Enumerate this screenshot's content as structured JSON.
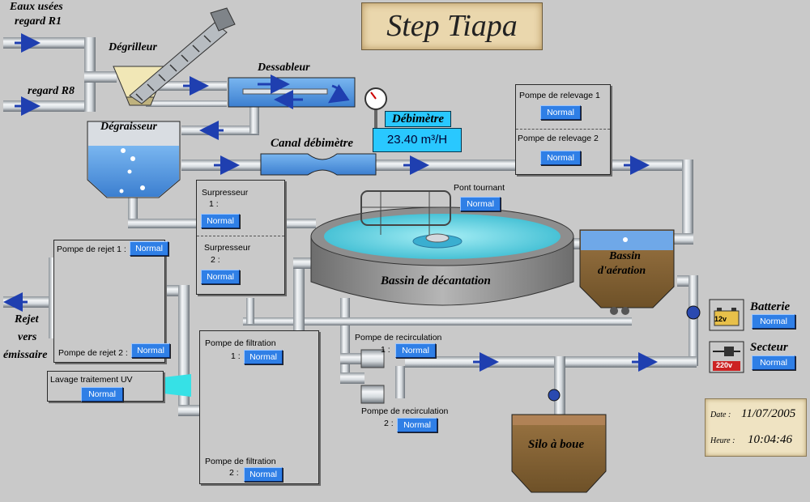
{
  "app": {
    "title": "Step Tiapa"
  },
  "labels": {
    "eaux_usees": "Eaux usées",
    "regard_r1": "regard R1",
    "regard_r8": "regard R8",
    "degrilleur": "Dégrilleur",
    "dessableur": "Dessableur",
    "degraisseur": "Dégraisseur",
    "canal_debimetre": "Canal débimètre",
    "bassin_decantation": "Bassin de décantation",
    "bassin_aeration_1": "Bassin",
    "bassin_aeration_2": "d'aération",
    "silo_boue": "Silo à boue",
    "rejet_1": "Rejet",
    "rejet_2": "vers",
    "rejet_3": "émissaire"
  },
  "debimetre": {
    "label": "Débimètre",
    "value": "23.40",
    "unit": "m³/H"
  },
  "equipment": {
    "pompe_relevage_1": {
      "label": "Pompe de relevage 1",
      "status": "Normal"
    },
    "pompe_relevage_2": {
      "label": "Pompe de relevage 2",
      "status": "Normal"
    },
    "pont_tournant": {
      "label": "Pont tournant",
      "status": "Normal"
    },
    "surpresseur_1": {
      "label_a": "Surpresseur",
      "label_b": "1 :",
      "status": "Normal"
    },
    "surpresseur_2": {
      "label_a": "Surpresseur",
      "label_b": "2 :",
      "status": "Normal"
    },
    "pompe_rejet_1": {
      "label": "Pompe de rejet 1 :",
      "status": "Normal"
    },
    "pompe_rejet_2": {
      "label": "Pompe de rejet 2 :",
      "status": "Normal"
    },
    "lavage_uv": {
      "label": "Lavage traitement UV",
      "status": "Normal"
    },
    "pompe_filtration_1": {
      "label_a": "Pompe de filtration",
      "label_b": "1 :",
      "status": "Normal"
    },
    "pompe_filtration_2": {
      "label_a": "Pompe de filtration",
      "label_b": "2 :",
      "status": "Normal"
    },
    "pompe_recirculation_1": {
      "label_a": "Pompe de recirculation",
      "label_b": "1 :",
      "status": "Normal"
    },
    "pompe_recirculation_2": {
      "label_a": "Pompe de recirculation",
      "label_b": "2 :",
      "status": "Normal"
    },
    "batterie": {
      "label": "Batterie",
      "status": "Normal",
      "icon_text": "12v"
    },
    "secteur": {
      "label": "Secteur",
      "status": "Normal",
      "icon_text": "220v"
    }
  },
  "datetime": {
    "date_label": "Date :",
    "date": "11/07/2005",
    "time_label": "Heure :",
    "time": "10:04:46"
  },
  "colors": {
    "water": "#5aa0e6",
    "pool_water": "#6fd6e6",
    "sludge": "#7a5230",
    "aeration_mud": "#8a6a3a",
    "button": "#2f7fe6",
    "pipe": "#d8dce0",
    "arrow": "#1f3fb0",
    "uv_light": "#36e1e6"
  }
}
